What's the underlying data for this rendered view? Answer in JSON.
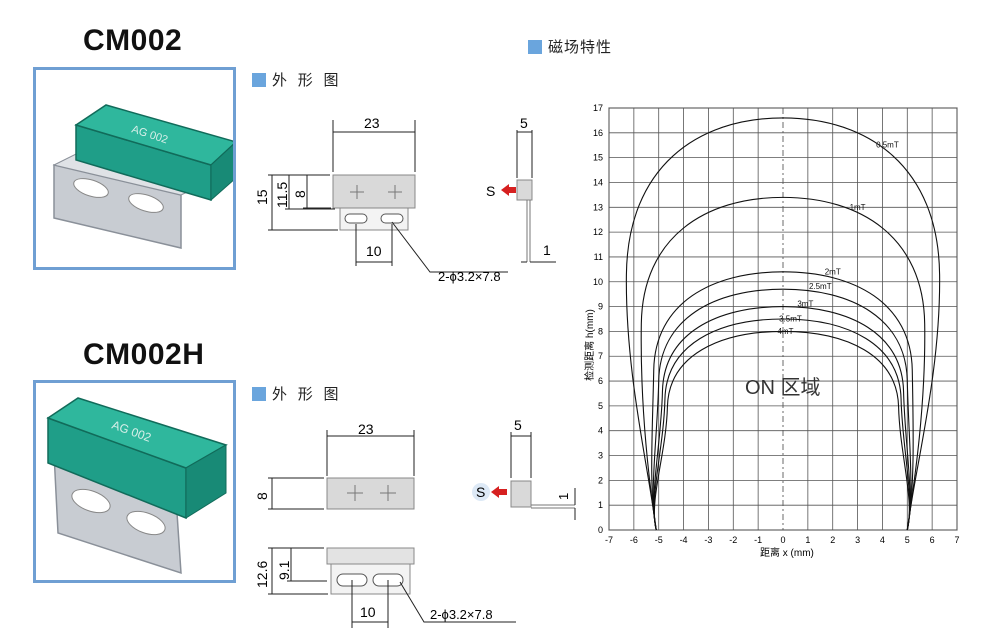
{
  "products": [
    {
      "model": "CM002",
      "outline_label": "外 形 图",
      "dims": {
        "width": "23",
        "height": "15",
        "body_height": "11.5",
        "magnet_height": "8",
        "pitch": "10",
        "hole": "2-ϕ3.2×7.8",
        "thickness": "5",
        "plate": "1",
        "pole": "S"
      }
    },
    {
      "model": "CM002H",
      "outline_label": "外 形 图",
      "dims": {
        "width": "23",
        "magnet_height": "8",
        "height": "12.6",
        "body_height": "9.1",
        "pitch": "10",
        "hole": "2-ϕ3.2×7.8",
        "thickness": "5",
        "plate": "1",
        "pole": "S"
      }
    }
  ],
  "photo_label": "AG 002",
  "chart_title": "磁场特性",
  "chart_data": {
    "type": "line",
    "title": "磁场特性",
    "xlabel": "距离 x (mm)",
    "ylabel": "检测距离 h(mm)",
    "xlim": [
      -7,
      7
    ],
    "ylim": [
      0,
      17
    ],
    "xticks": [
      "-7",
      "-6",
      "-5",
      "-4",
      "-3",
      "-2",
      "-1",
      "0",
      "1",
      "2",
      "3",
      "4",
      "5",
      "6",
      "7"
    ],
    "yticks": [
      "0",
      "1",
      "2",
      "3",
      "4",
      "5",
      "6",
      "7",
      "8",
      "9",
      "10",
      "11",
      "12",
      "13",
      "14",
      "15",
      "16",
      "17"
    ],
    "grid": true,
    "annotation": "ON 区域",
    "series": [
      {
        "name": "0.5mT",
        "peak": 16.6,
        "half_width": 6.3
      },
      {
        "name": "1mT",
        "peak": 13.4,
        "half_width": 5.7
      },
      {
        "name": "2mT",
        "peak": 10.4,
        "half_width": 5.2
      },
      {
        "name": "2.5mT",
        "peak": 9.7,
        "half_width": 5.0
      },
      {
        "name": "3mT",
        "peak": 9.0,
        "half_width": 4.85
      },
      {
        "name": "3.5mT",
        "peak": 8.5,
        "half_width": 4.75
      },
      {
        "name": "4mT",
        "peak": 8.0,
        "half_width": 4.65
      }
    ],
    "base_x": [
      -5.1,
      5.0
    ]
  }
}
